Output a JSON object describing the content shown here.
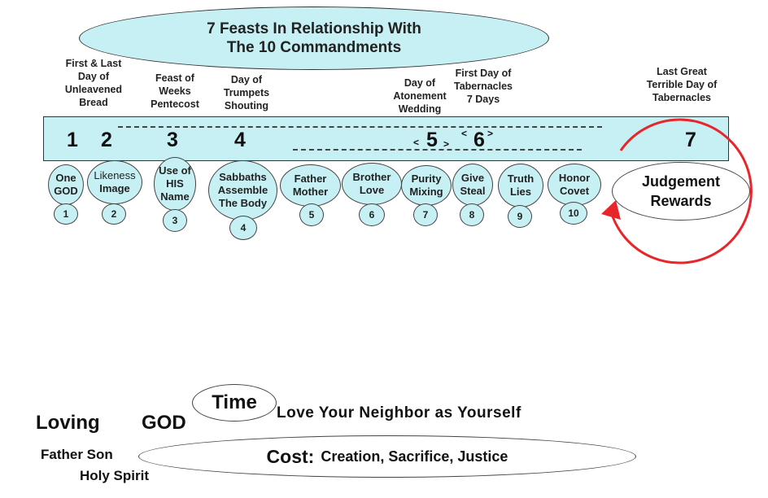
{
  "title": {
    "line1": "7 Feasts In Relationship With",
    "line2": "The 10 Commandments"
  },
  "feasts": [
    {
      "number": "1",
      "label": [
        "First & Last",
        "Day of",
        "Unleavened",
        "Bread"
      ]
    },
    {
      "number": "2",
      "label": []
    },
    {
      "number": "3",
      "label": [
        "Feast of",
        "Weeks",
        "Pentecost"
      ]
    },
    {
      "number": "4",
      "label": [
        "Day of",
        "Trumpets",
        "Shouting"
      ]
    },
    {
      "number": "5",
      "label": [
        "Day of",
        "Atonement",
        "Wedding"
      ]
    },
    {
      "number": "6",
      "label": [
        "First Day of",
        "Tabernacles",
        "7 Days"
      ]
    },
    {
      "number": "7",
      "label": [
        "Last Great",
        "Terrible Day of",
        "Tabernacles"
      ]
    }
  ],
  "brackets": {
    "five_left": "<",
    "five_right": ">",
    "six_left": "<",
    "six_right": ">"
  },
  "commandments": [
    {
      "text": [
        "One",
        "GOD"
      ],
      "num": "1"
    },
    {
      "text": [
        "Likeness",
        "Image"
      ],
      "num": "2"
    },
    {
      "text": [
        "Use of",
        "HIS",
        "Name"
      ],
      "num": "3"
    },
    {
      "text": [
        "Sabbaths",
        "Assemble",
        "The Body"
      ],
      "num": "4"
    },
    {
      "text": [
        "Father",
        "Mother"
      ],
      "num": "5"
    },
    {
      "text": [
        "Brother",
        "Love"
      ],
      "num": "6"
    },
    {
      "text": [
        "Purity",
        "Mixing"
      ],
      "num": "7"
    },
    {
      "text": [
        "Give",
        "Steal"
      ],
      "num": "8"
    },
    {
      "text": [
        "Truth",
        "Lies"
      ],
      "num": "9"
    },
    {
      "text": [
        "Honor",
        "Covet"
      ],
      "num": "10"
    }
  ],
  "judgement": {
    "line1": "Judgement",
    "line2": "Rewards"
  },
  "bottom": {
    "loving": "Loving",
    "god": "GOD",
    "time": "Time",
    "love_neighbor": "Love Your Neighbor as Yourself",
    "trinity_line1": "Father Son",
    "trinity_line2": "Holy Spirit",
    "cost_label": "Cost:",
    "cost_text": "Creation, Sacrifice, Justice"
  },
  "colors": {
    "fill": "#c7f0f5",
    "arrow": "#e8252a"
  }
}
